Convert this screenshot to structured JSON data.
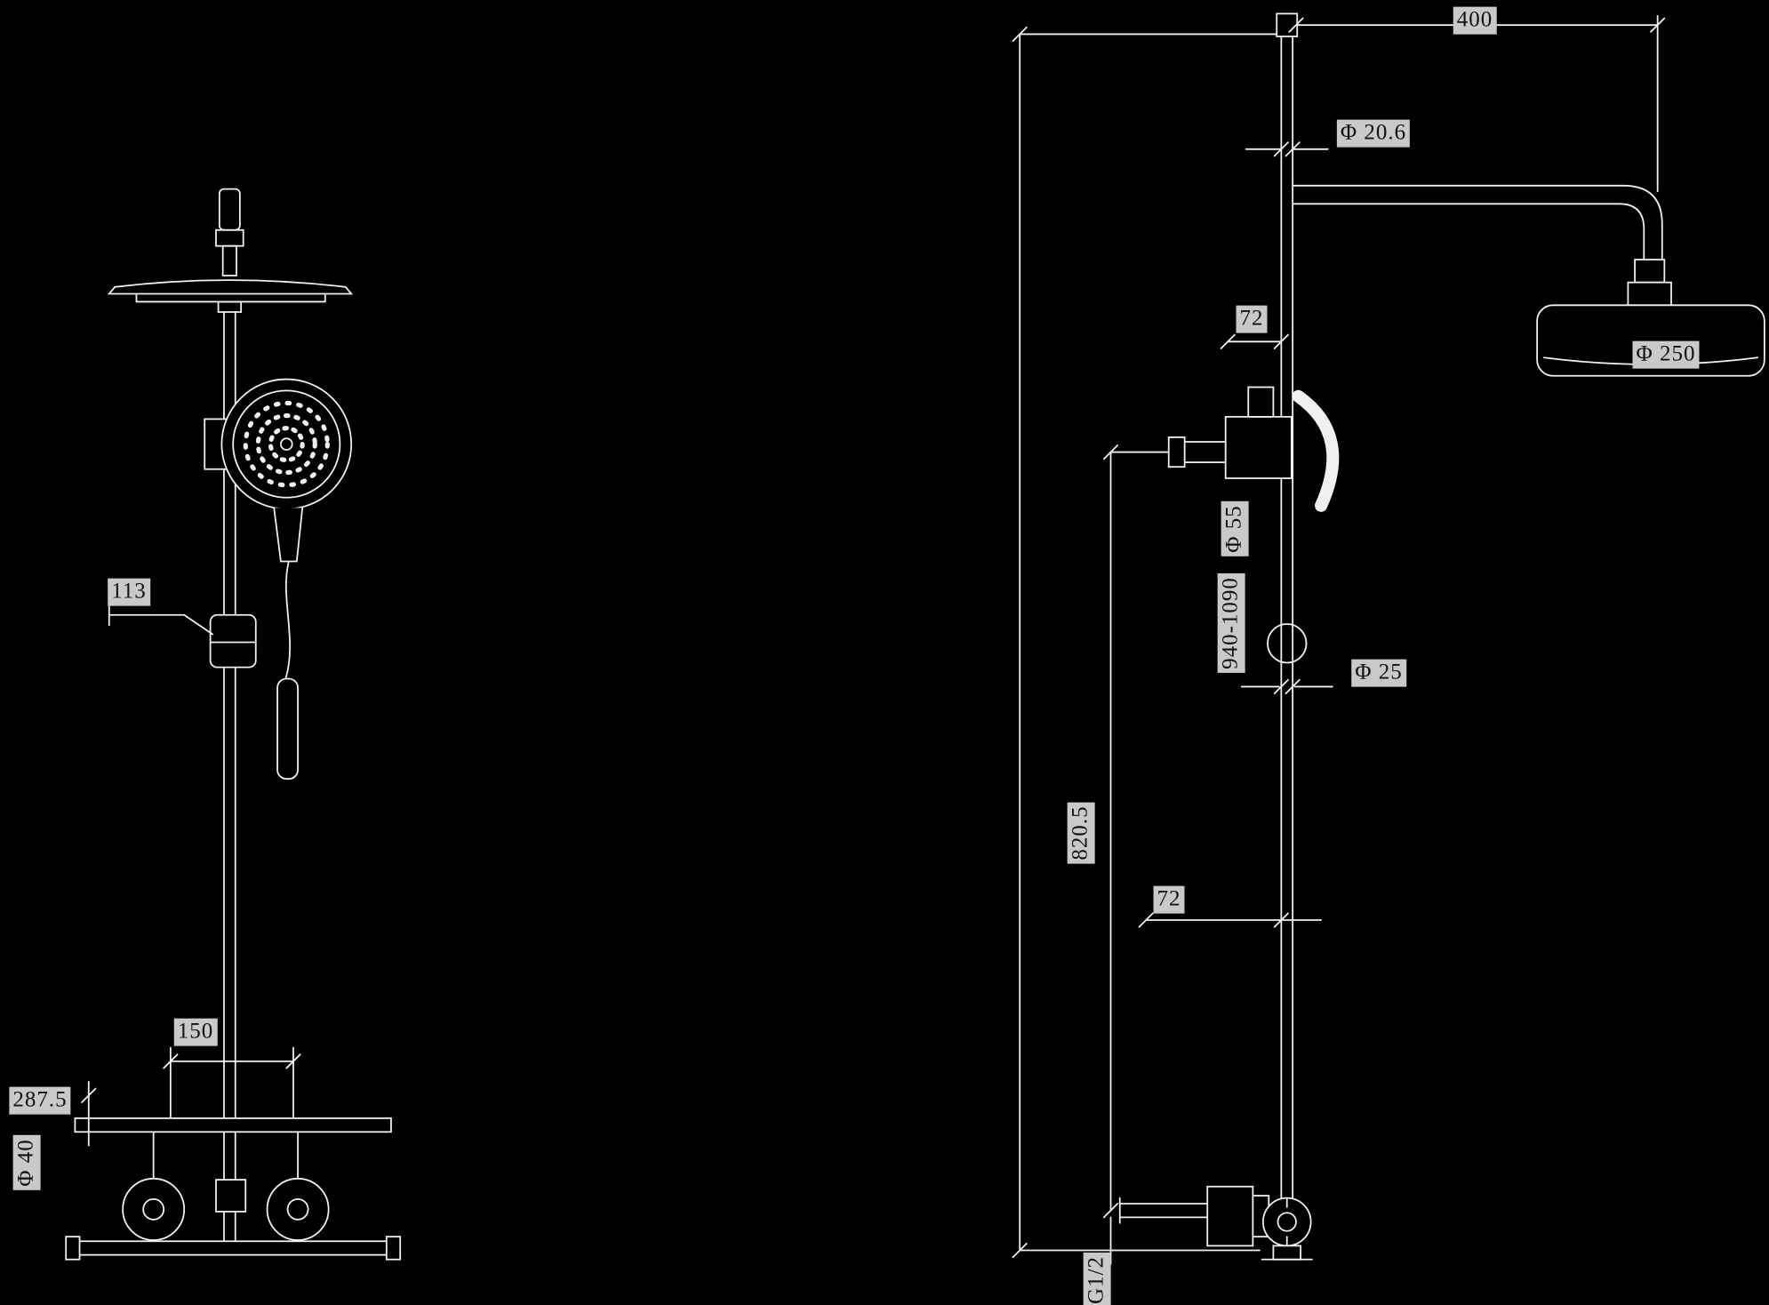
{
  "drawing": {
    "type": "shower-column-technical-drawing",
    "colors": {
      "background": "#000000",
      "line": "#f0f0f0",
      "dimension_box": "#c9c9c9",
      "dimension_text": "#121212"
    },
    "dimensions": {
      "front_slider_height": "113",
      "front_handle_spacing": "150",
      "front_base_width": "287.5",
      "front_base_diameter": "Φ 40",
      "side_arm_length": "400",
      "side_pipe_diameter": "Φ 20.6",
      "side_head_diameter": "Φ 250",
      "side_upper_offset": "72",
      "side_diverter_diameter": "Φ 55",
      "side_total_height": "940-1090",
      "side_rail_diameter": "Φ 25",
      "side_hose_height": "820.5",
      "side_lower_offset": "72",
      "side_inlet_thread": "G1/2"
    }
  }
}
